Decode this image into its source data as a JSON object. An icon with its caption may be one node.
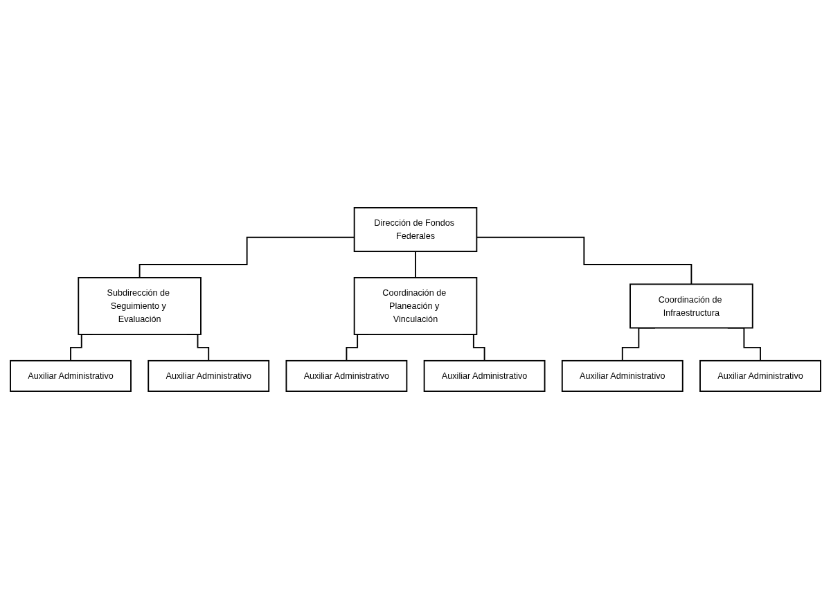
{
  "diagram": {
    "nodes": [
      {
        "text": [
          "Dirección de Fondos Federales"
        ]
      },
      {
        "text": [
          "Subdirección de Seguimiento y Evaluación"
        ]
      },
      {
        "text": [
          "Coordinación de Planeación y Vinculación"
        ]
      },
      {
        "text": [
          "Coordinación de Infraestructura"
        ]
      },
      {
        "text": [
          "Auxiliar Administrativo"
        ]
      },
      {
        "text": [
          "Auxiliar Administrativo"
        ]
      },
      {
        "text": [
          "Auxiliar Administrativo"
        ]
      },
      {
        "text": [
          "Auxiliar Administrativo"
        ]
      },
      {
        "text": [
          "Auxiliar Administrativo"
        ]
      },
      {
        "text": [
          "Auxiliar Administrativo"
        ]
      }
    ],
    "edges": [
      {
        "from": 0,
        "to": 1,
        "arrow": "none"
      },
      {
        "from": 0,
        "to": 2,
        "arrow": "none"
      },
      {
        "from": 0,
        "to": 3,
        "arrow": "none"
      },
      {
        "from": 1,
        "to": 4,
        "arrow": "none"
      },
      {
        "from": 1,
        "to": 7,
        "arrow": "none"
      },
      {
        "from": 2,
        "to": 5,
        "arrow": "none"
      },
      {
        "from": 2,
        "to": 8,
        "arrow": "none"
      },
      {
        "from": 3,
        "to": 6,
        "arrow": "none"
      },
      {
        "from": 3,
        "to": 9,
        "arrow": "none"
      }
    ]
  }
}
